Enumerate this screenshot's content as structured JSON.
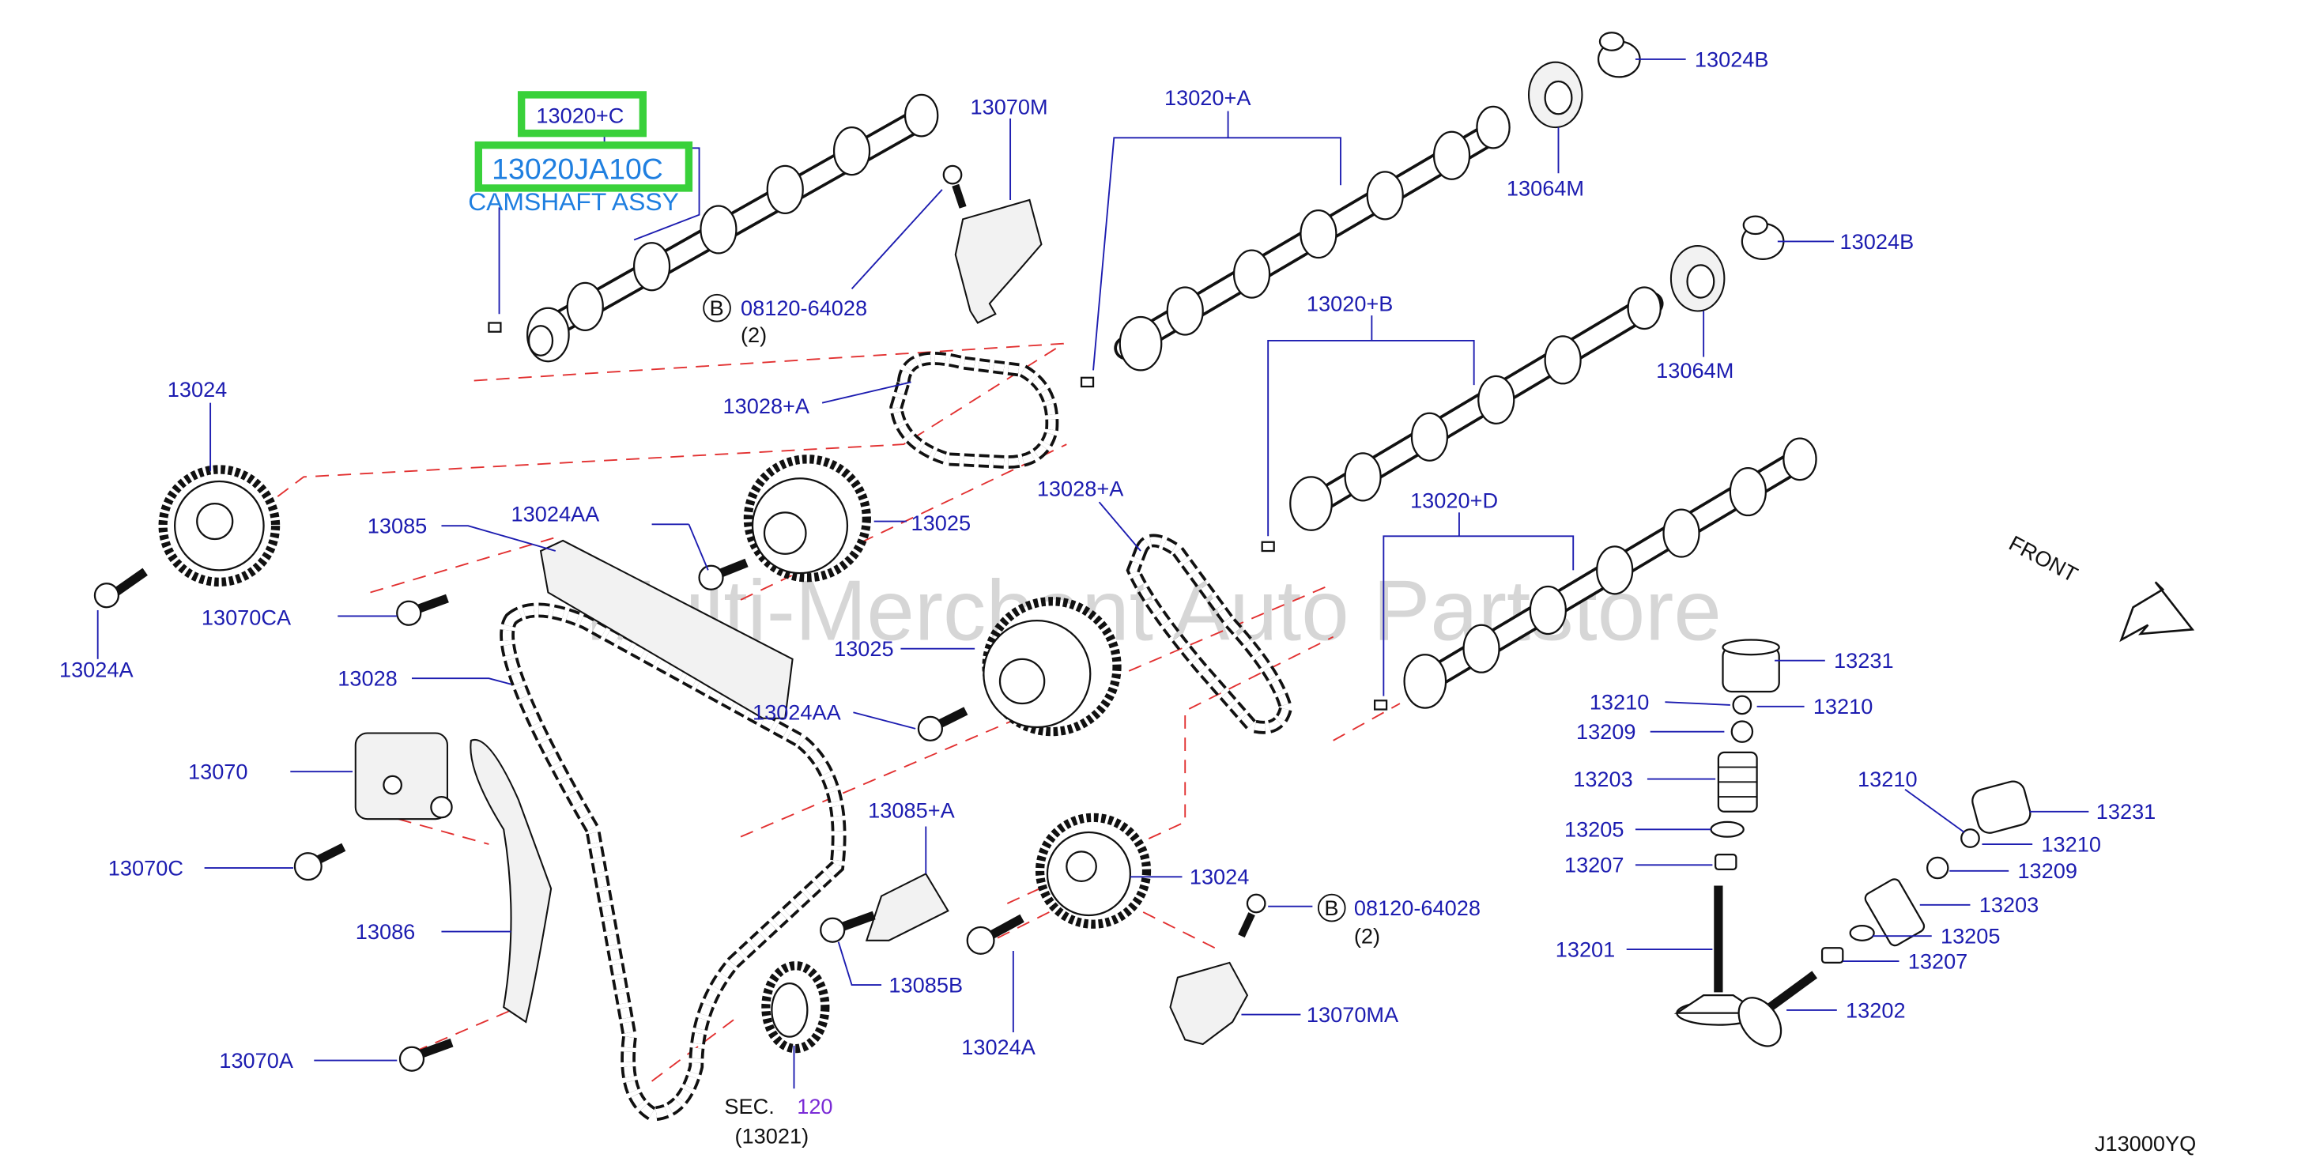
{
  "diagram_code": "J13000YQ",
  "watermark": "Multi-Merchant Auto Partstore",
  "front_label": "FRONT",
  "highlight": {
    "part_no": "13020+C",
    "part_code": "13020JA10C",
    "part_name": "CAMSHAFT ASSY",
    "color": "#39d13a"
  },
  "colors": {
    "label": "#1c1cb0",
    "leader": "#1c1cb0",
    "dash": "#e23030",
    "section_ref": "#7a2bd6",
    "name": "#1f7fe0"
  },
  "labels": {
    "p13070M": "13070M",
    "p13020A": "13020+A",
    "p13024B_1": "13024B",
    "p13064M_1": "13064M",
    "p13024B_2": "13024B",
    "p13064M_2": "13064M",
    "p13020B": "13020+B",
    "bolt_circle_1": "B",
    "bolt_1": "08120-64028",
    "bolt_qty_1": "(2)",
    "p13024_1": "13024",
    "p13028A_1": "13028+A",
    "p13085": "13085",
    "p13024AA_1": "13024AA",
    "p13025_1": "13025",
    "p13028A_2": "13028+A",
    "p13020D": "13020+D",
    "p13024A_1": "13024A",
    "p13070CA": "13070CA",
    "p13025_2": "13025",
    "p13028": "13028",
    "p13024AA_2": "13024AA",
    "p13231_1": "13231",
    "p13210_1": "13210",
    "p13210_2": "13210",
    "p13209_1": "13209",
    "p13203_1": "13203",
    "p13205_1": "13205",
    "p13207_1": "13207",
    "p13201": "13201",
    "p13210_3": "13210",
    "p13231_2": "13231",
    "p13210_4": "13210",
    "p13209_2": "13209",
    "p13203_2": "13203",
    "p13205_2": "13205",
    "p13207_2": "13207",
    "p13202": "13202",
    "p13070": "13070",
    "p13070C": "13070C",
    "p13086": "13086",
    "p13070A": "13070A",
    "p13085A": "13085+A",
    "p13085B": "13085B",
    "p13024_2": "13024",
    "p13024A_2": "13024A",
    "bolt_circle_2": "B",
    "bolt_2": "08120-64028",
    "bolt_qty_2": "(2)",
    "p13070MA": "13070MA",
    "sec_label": "SEC.",
    "sec_number": "120",
    "sec_sub": "(13021)"
  }
}
